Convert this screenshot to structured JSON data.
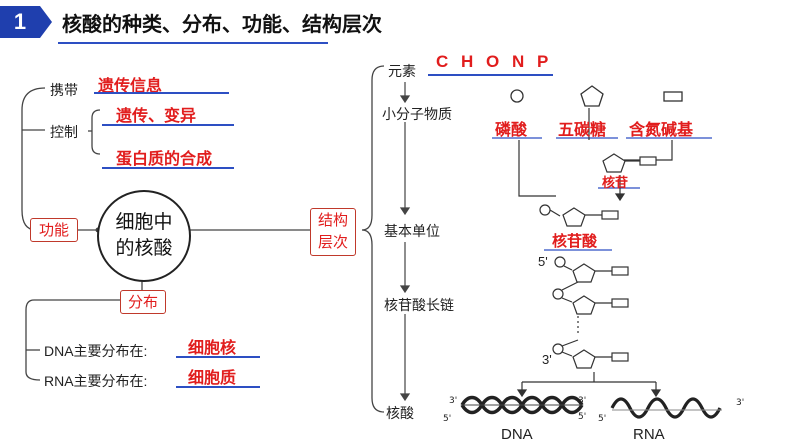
{
  "header": {
    "number": "1",
    "title": "核酸的种类、分布、功能、结构层次"
  },
  "center": {
    "line1": "细胞中",
    "line2": "的核酸"
  },
  "function_branch": {
    "label": "功能",
    "carry_label": "携带",
    "carry_answer": "遗传信息",
    "control_label": "控制",
    "control_answers": [
      "遗传、变异",
      "蛋白质的合成"
    ]
  },
  "distribution_branch": {
    "label": "分布",
    "dna_label": "DNA主要分布在:",
    "dna_answer": "细胞核",
    "rna_label": "RNA主要分布在:",
    "rna_answer": "细胞质"
  },
  "structure_branch": {
    "label_line1": "结构",
    "label_line2": "层次",
    "levels": [
      "元素",
      "小分子物质",
      "基本单位",
      "核苷酸长链",
      "核酸"
    ],
    "elements_answer": "C H O N P",
    "small_molecules": [
      "磷酸",
      "五碳糖",
      "含氮碱基"
    ],
    "nucleoside": "核苷",
    "nucleotide": "核苷酸",
    "chain_5_prime": "5'",
    "chain_3_prime": "3'",
    "helix_ends": [
      "3'",
      "5'",
      "3'",
      "5'",
      "5'",
      "3'"
    ],
    "dna_label": "DNA",
    "rna_label": "RNA"
  },
  "colors": {
    "title_blue": "#1f3fae",
    "answer_red": "#e11d1d",
    "underline_blue": "#2d4fc3",
    "line_gray": "#444444"
  }
}
